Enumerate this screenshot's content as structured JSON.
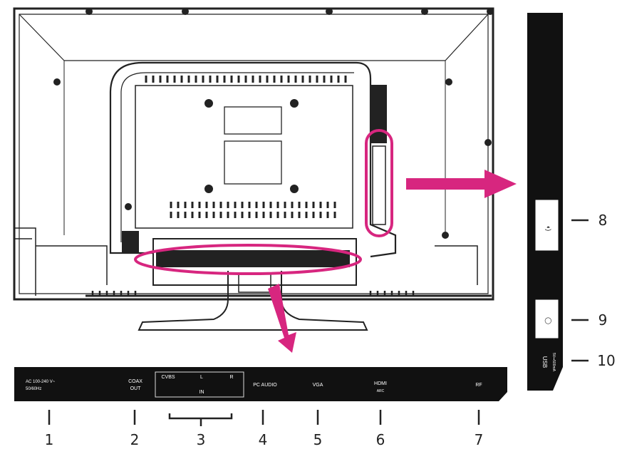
{
  "back_panel": {
    "ports": [
      {
        "line1": "AC 100-240 V~",
        "line2": "50/60Hz"
      },
      {
        "line1": "COAX",
        "line2": "OUT"
      },
      {
        "line1": "PC AUDIO",
        "line2": ""
      },
      {
        "line1": "VGA",
        "line2": ""
      },
      {
        "line1": "HDMI",
        "line2": "ARC"
      },
      {
        "line1": "RF",
        "line2": ""
      }
    ],
    "cvbs": {
      "cvbs": "CVBS",
      "l": "L",
      "r": "R",
      "in": "IN"
    }
  },
  "side_panel": {
    "headphone_symbol": "◖)",
    "ci_symbol": "◯",
    "usb_label": "USB",
    "usb_sub": "5V⎓500mA"
  },
  "callouts": [
    "1",
    "2",
    "3",
    "4",
    "5",
    "6",
    "7",
    "8",
    "9",
    "10"
  ],
  "colors": {
    "highlight": "#d7267f",
    "panel": "#111111",
    "line": "#222222"
  }
}
